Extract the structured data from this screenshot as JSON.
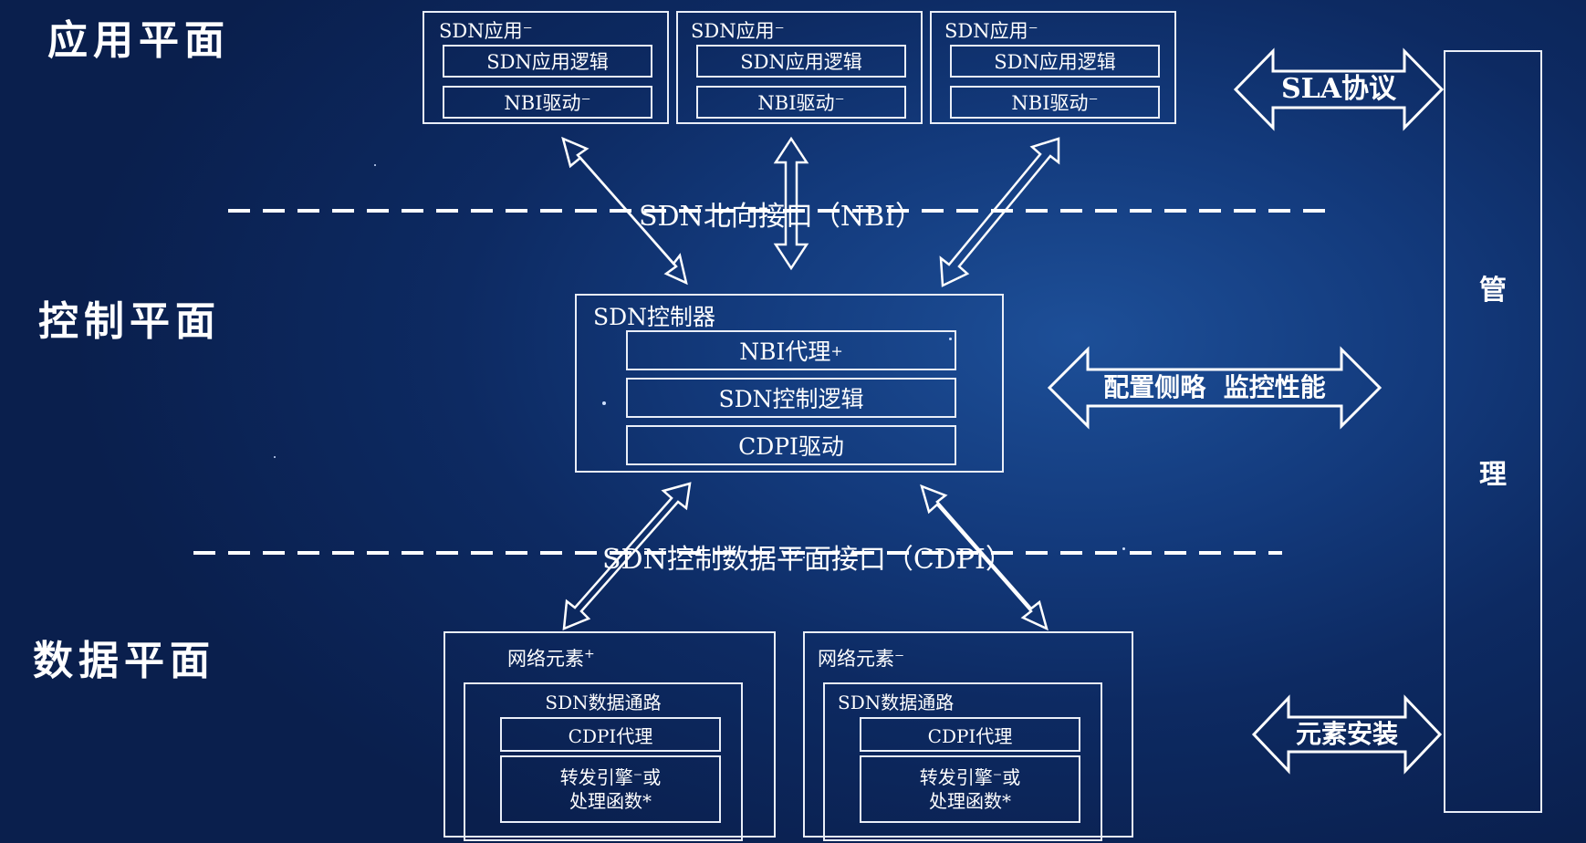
{
  "planes": {
    "application": "应用平面",
    "control": "控制平面",
    "data": "数据平面"
  },
  "interfaces": {
    "nbi": "SDN北向接口（NBI）",
    "cdpi": "SDN控制数据平面接口（CDPI）"
  },
  "apps": [
    {
      "title": "SDN应用",
      "sup": "⁻",
      "logic": "SDN应用逻辑",
      "nbi": "NBI驱动",
      "nbi_sup": "⁻"
    },
    {
      "title": "SDN应用",
      "sup": "⁻",
      "logic": "SDN应用逻辑",
      "nbi": "NBI驱动",
      "nbi_sup": "⁻"
    },
    {
      "title": "SDN应用",
      "sup": "⁻",
      "logic": "SDN应用逻辑",
      "nbi": "NBI驱动",
      "nbi_sup": "⁻"
    }
  ],
  "controller": {
    "title": "SDN控制器",
    "nbi_agent": "NBI代理",
    "nbi_agent_sup": "+",
    "logic": "SDN控制逻辑",
    "cdpi_driver": "CDPI驱动"
  },
  "elements": [
    {
      "title": "网络元素",
      "sup": "+",
      "datapath": "SDN数据通路",
      "agent": "CDPI代理",
      "engine_l1": "转发引擎⁻或",
      "engine_l2": "处理函数*"
    },
    {
      "title": "网络元素",
      "sup": "⁻",
      "datapath": "SDN数据通路",
      "agent": "CDPI代理",
      "engine_l1": "转发引擎⁻或",
      "engine_l2": "处理函数*"
    }
  ],
  "management": {
    "char1": "管",
    "char2": "理",
    "sla": "SLA协议",
    "config": "配置侧略  监控性能",
    "install": "元素安装"
  },
  "colors": {
    "background": "#133a7c",
    "stroke": "#e9eef8"
  }
}
